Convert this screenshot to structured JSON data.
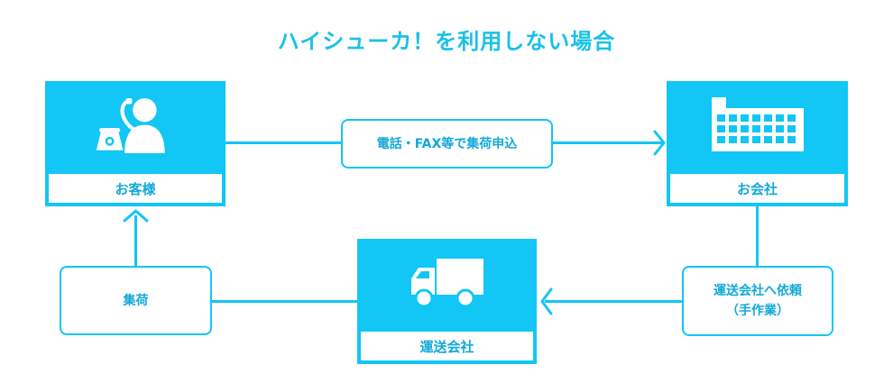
{
  "title": "ハイシューカ！を利用しない場合",
  "nodes": {
    "customer": {
      "label": "お客様",
      "icon": "telephone-person-icon"
    },
    "company": {
      "label": "お会社",
      "icon": "building-icon"
    },
    "carrier": {
      "label": "運送会社",
      "icon": "truck-icon"
    }
  },
  "steps": {
    "request": "電話・FAX等で集荷申込",
    "pickup": "集荷",
    "arrange_line1": "運送会社へ依頼",
    "arrange_line2": "（手作業）"
  },
  "colors": {
    "accent": "#12c6f5",
    "text": "#12a9d8",
    "background": "#ffffff"
  }
}
